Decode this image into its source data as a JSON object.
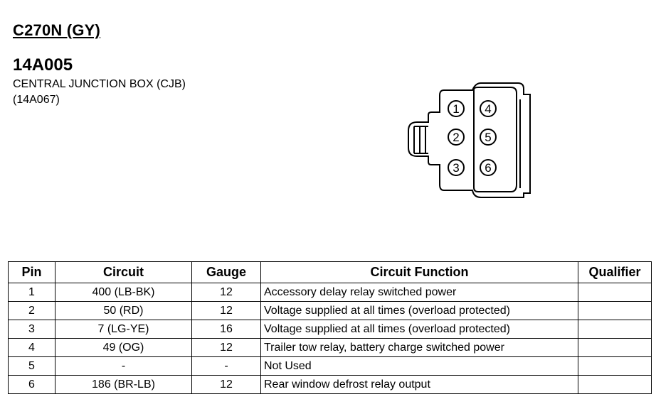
{
  "header": {
    "connector_id": "C270N (GY)",
    "part_number": "14A005",
    "component_name": "CENTRAL JUNCTION BOX (CJB)",
    "component_ref": "(14A067)"
  },
  "connector": {
    "pins": [
      "1",
      "2",
      "3",
      "4",
      "5",
      "6"
    ]
  },
  "table": {
    "headers": {
      "pin": "Pin",
      "circuit": "Circuit",
      "gauge": "Gauge",
      "function": "Circuit Function",
      "qualifier": "Qualifier"
    },
    "rows": [
      {
        "pin": "1",
        "circuit": "400 (LB-BK)",
        "gauge": "12",
        "function": "Accessory delay relay switched power",
        "qualifier": ""
      },
      {
        "pin": "2",
        "circuit": "50 (RD)",
        "gauge": "12",
        "function": "Voltage supplied at all times (overload protected)",
        "qualifier": ""
      },
      {
        "pin": "3",
        "circuit": "7 (LG-YE)",
        "gauge": "16",
        "function": "Voltage supplied at all times (overload protected)",
        "qualifier": ""
      },
      {
        "pin": "4",
        "circuit": "49 (OG)",
        "gauge": "12",
        "function": "Trailer tow relay, battery charge switched power",
        "qualifier": ""
      },
      {
        "pin": "5",
        "circuit": "-",
        "gauge": "-",
        "function": "Not Used",
        "qualifier": ""
      },
      {
        "pin": "6",
        "circuit": "186 (BR-LB)",
        "gauge": "12",
        "function": "Rear window defrost relay output",
        "qualifier": ""
      }
    ]
  }
}
